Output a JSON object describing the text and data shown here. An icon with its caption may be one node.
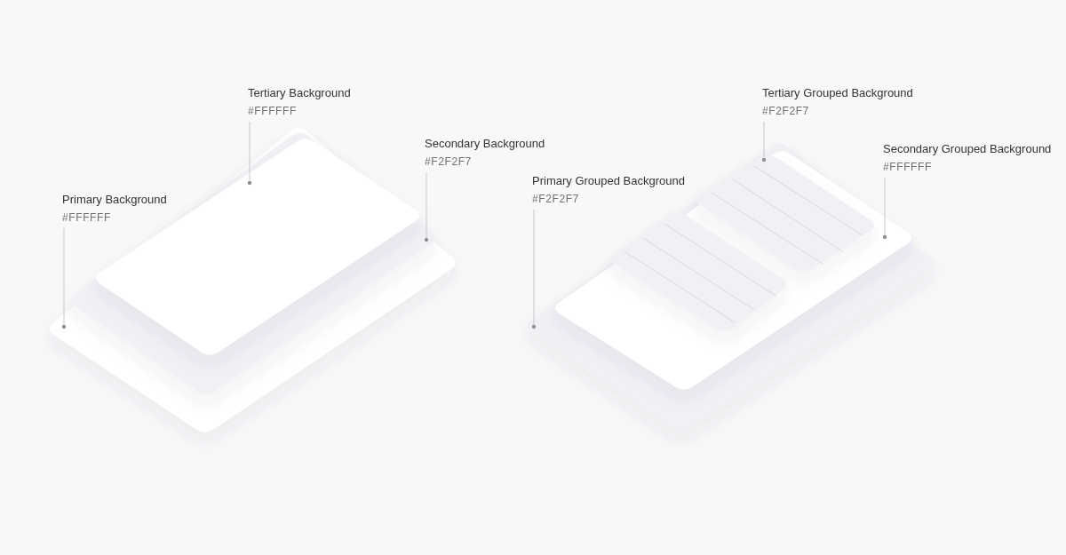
{
  "diagram": {
    "nodes": [
      {
        "text": [
          "Tertiary Background",
          "#FFFFFF"
        ]
      },
      {
        "text": [],
        "shape": "box",
        "in": 3
      },
      {
        "text": [
          "Secondary Background",
          "#F2F2F7"
        ]
      },
      {
        "text": [],
        "shape": "box",
        "in": 5
      },
      {
        "text": [
          "Primary Background",
          "#FFFFFF"
        ]
      },
      {
        "text": [],
        "shape": "box"
      },
      {
        "text": [
          "Tertiary Grouped Background",
          "#F2F2F7"
        ]
      },
      {
        "text": [],
        "shape": "box",
        "in": 9
      },
      {
        "text": [
          "Secondary Grouped Background",
          "#FFFFFF"
        ]
      },
      {
        "text": [],
        "shape": "box",
        "in": 11
      },
      {
        "text": [
          "Primary Grouped Background",
          "#F2F2F7"
        ]
      },
      {
        "text": [],
        "shape": "box"
      },
      {
        "text": [],
        "shape": "box",
        "in": 9
      }
    ],
    "edges": [
      {
        "from": 0,
        "to": 1,
        "arrow": "other"
      },
      {
        "from": 2,
        "to": 3,
        "arrow": "other"
      },
      {
        "from": 4,
        "to": 5,
        "arrow": "other"
      },
      {
        "from": 6,
        "to": 7,
        "arrow": "other"
      },
      {
        "from": 8,
        "to": 9,
        "arrow": "other"
      },
      {
        "from": 10,
        "to": 11,
        "arrow": "other"
      }
    ]
  }
}
